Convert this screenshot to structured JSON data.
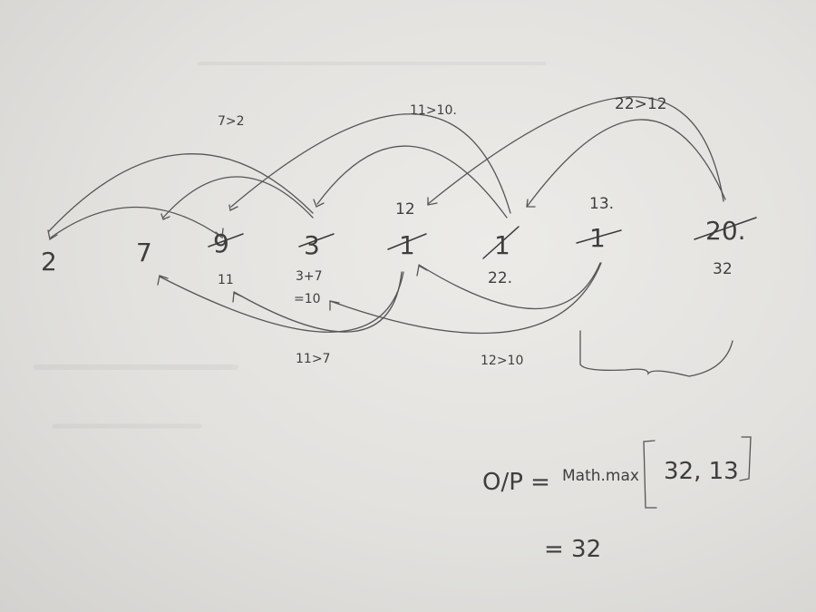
{
  "array": [
    {
      "value": "2",
      "struck": false
    },
    {
      "value": "7",
      "struck": false
    },
    {
      "value": "9",
      "struck": true
    },
    {
      "value": "3",
      "struck": true
    },
    {
      "value": "1",
      "struck": true
    },
    {
      "value": "1",
      "struck": true
    },
    {
      "value": "1",
      "struck": true
    },
    {
      "value": "20.",
      "struck": true
    }
  ],
  "above_values": [
    "12",
    "13."
  ],
  "below_values": [
    "11",
    "3+7",
    "=10",
    "22.",
    "32"
  ],
  "comparisons": [
    "7>2",
    "11>10.",
    "22>12",
    "11>7",
    "12>10"
  ],
  "output": {
    "label": "O/P =",
    "fn": "Math.max",
    "args": "32, 13",
    "result": "= 32"
  }
}
